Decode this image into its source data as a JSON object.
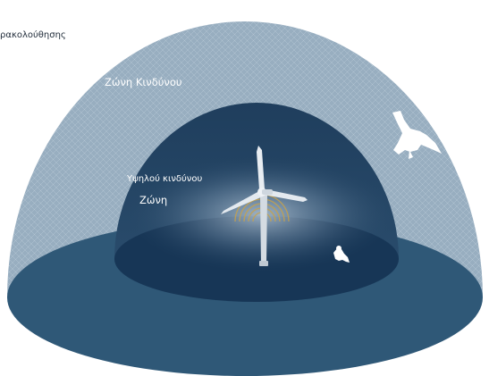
{
  "labels": {
    "monitoring_zone_partial": "ρακολούθησης",
    "risk_zone": "Ζώνη Κινδύνου",
    "high_risk_line1": "Υψηλού κινδύνου",
    "high_risk_line2": "Ζώνη"
  },
  "colors": {
    "outer_dome": "#98aec0",
    "outer_ground": "#2f5877",
    "inner_dome": "#1e3d5c",
    "inner_ground": "#163655",
    "turbine": "#d4dbe2",
    "signal_waves": "#c8a24a",
    "birds": "#ffffff"
  },
  "icons": {
    "large_bird": "eagle-icon",
    "small_bird": "small-bird-icon",
    "turbine": "wind-turbine-icon"
  }
}
